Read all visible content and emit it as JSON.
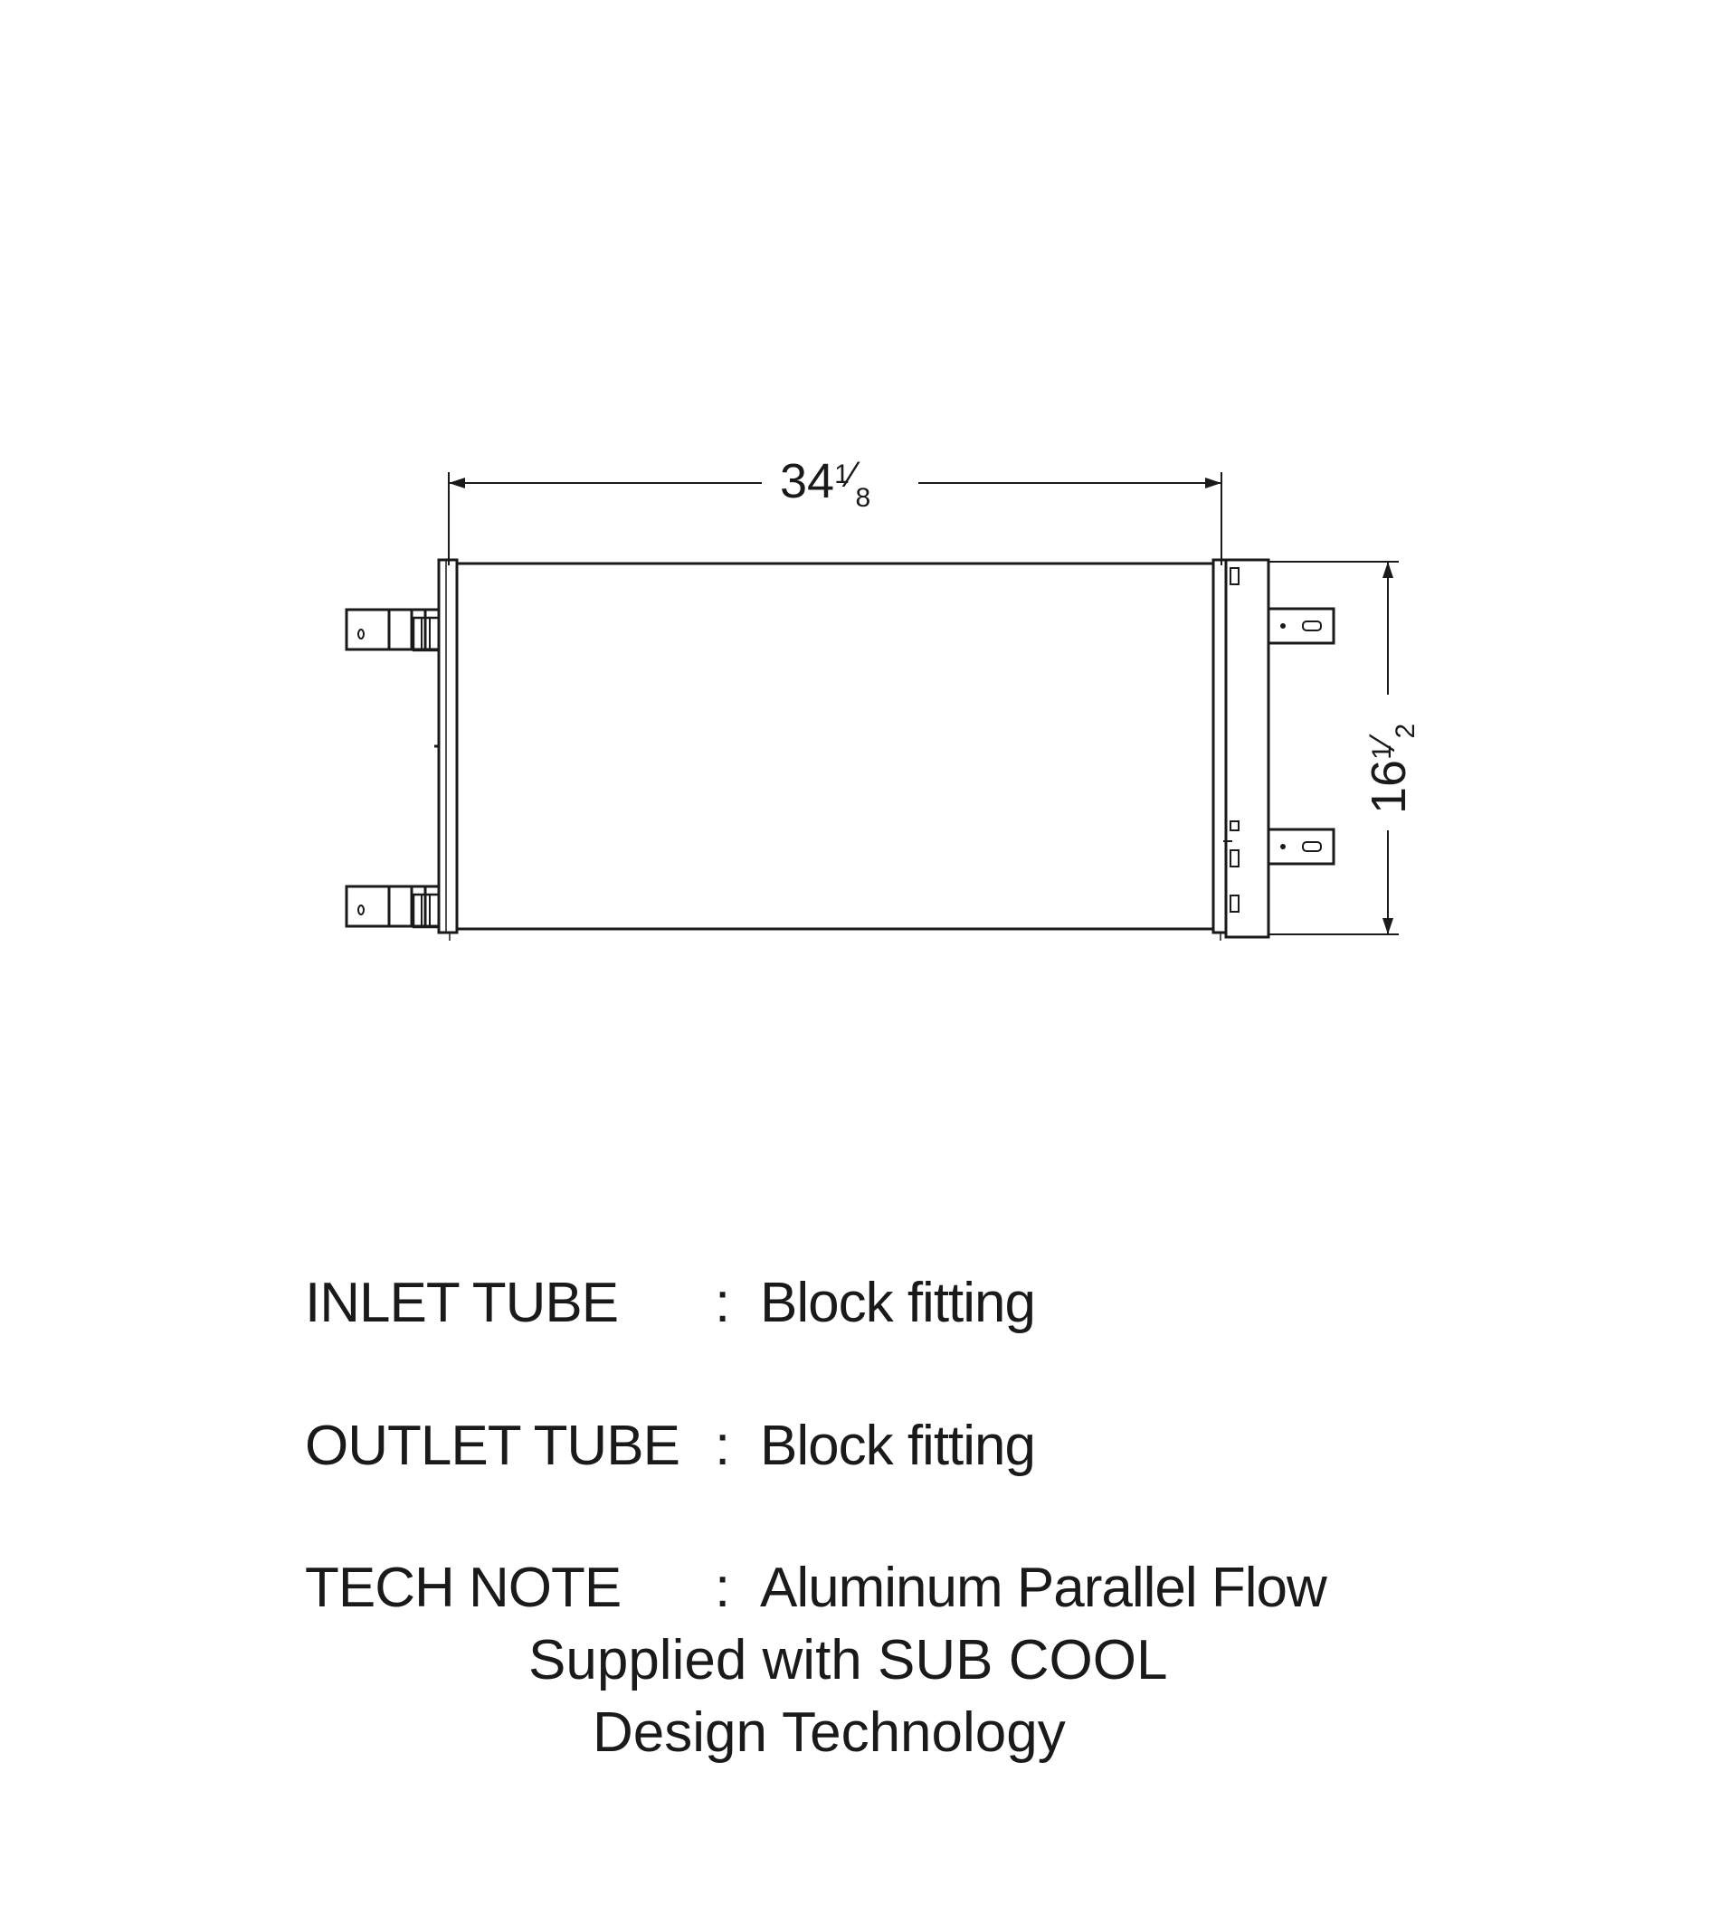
{
  "drawing": {
    "width_dim": {
      "whole": "34",
      "num": "1",
      "den": "8"
    },
    "height_dim": {
      "whole": "16",
      "num": "1",
      "den": "2"
    }
  },
  "specs": [
    {
      "label": "INLET TUBE",
      "colon": ":",
      "value": "Block fitting"
    },
    {
      "label": "OUTLET TUBE",
      "colon": ":",
      "value": "Block fitting"
    },
    {
      "label": "TECH NOTE",
      "colon": ":",
      "value": "Aluminum Parallel Flow"
    }
  ],
  "tech_note_continued": [
    "Supplied with SUB COOL",
    "Design Technology"
  ],
  "colors": {
    "ink": "#1a1a1a",
    "background": "#ffffff"
  }
}
